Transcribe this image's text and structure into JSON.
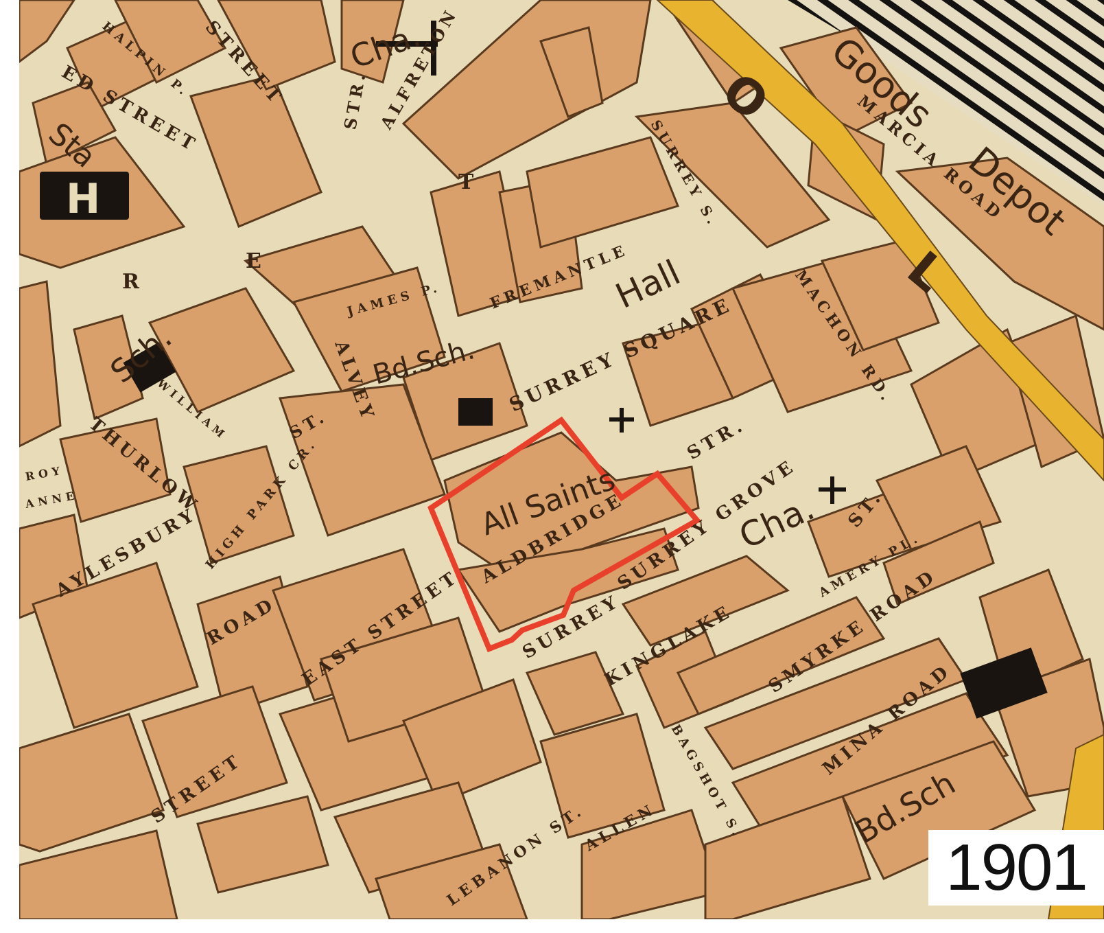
{
  "year": "1901",
  "colors": {
    "paper": "#e8dcb8",
    "block": "#d9a06b",
    "block_stroke": "#5a3a1e",
    "railway": "#e8b430",
    "ink": "#3a2414",
    "highlight": "#e8402a",
    "symbol": "#1a1410"
  },
  "labels": {
    "street": "STREET",
    "goods": "Goods",
    "depot": "Depot",
    "marcia_road": "MARCIA ROAD",
    "alfreton": "ALFRETON",
    "str": "STR.",
    "cha_top": "Cha.",
    "halpin": "HALPIN P.",
    "sta": "Sta",
    "ed_street": "ED STREET",
    "rail_o": "O",
    "rail_l": "L",
    "surrey_s": "SURREY S.",
    "fremantle": "FREMANTLE",
    "hall": "Hall",
    "surrey_square": "SURREY SQUARE",
    "machon_rd": "MACHON RD.",
    "james_p": "JAMES P.",
    "bd_sch_center": "Bd.Sch.",
    "sch": "Sch.",
    "william": "WILLIAM",
    "surrey_str": "STR.",
    "all_saints": "All Saints",
    "aldbridge": "ALDBRIDGE",
    "surrey_grove": "SURREY GROVE",
    "cha_mid": "Cha.",
    "st_right": "ST.",
    "surrey_lower": "SURREY",
    "kinglake": "KINGLAKE",
    "amery_pl": "AMERY PL.",
    "smyrke_road": "SMYRKE ROAD",
    "mina_road": "MINA ROAD",
    "bd_sch_bottom": "Bd.Sch",
    "bagshot_s": "BAGSHOT S.",
    "allen": "ALLEN",
    "lebanon_st": "LEBANON ST.",
    "aylesbury": "AYLESBURY",
    "road": "ROAD",
    "st_left": "ST.",
    "thurlow": "THURLOW",
    "high_park_cr": "HIGH PARK CR.",
    "alvey": "ALVEY",
    "east_street": "EAST STREET",
    "street_lower": "STREET",
    "roy": "ROY",
    "anne": "ANNE",
    "h": "H",
    "e": "E",
    "r": "R",
    "t": "T"
  }
}
